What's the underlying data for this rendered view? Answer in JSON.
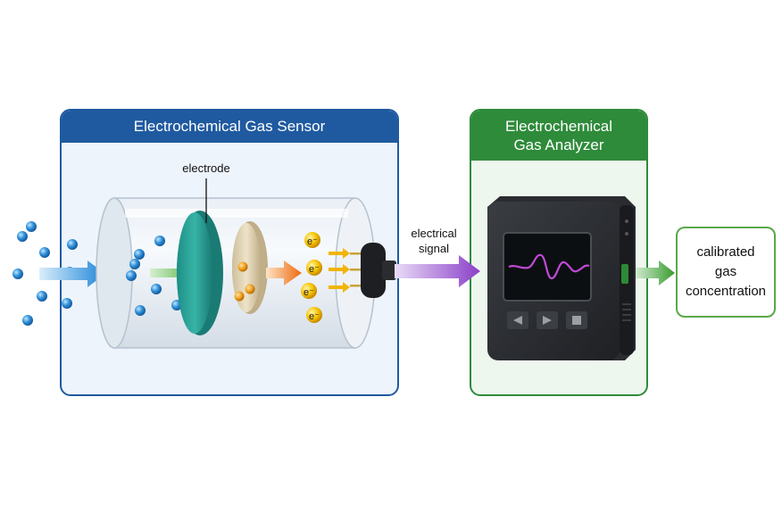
{
  "sensor": {
    "title": "Electrochemical Gas Sensor",
    "electrode_label": "electrode",
    "electron_symbol": "e⁻"
  },
  "signal": {
    "line1": "electrical",
    "line2": "signal"
  },
  "analyzer": {
    "title_line1": "Electrochemical",
    "title_line2": "Gas Analyzer",
    "buttons": [
      "previous-icon",
      "next-icon",
      "stop-icon"
    ]
  },
  "result": {
    "line1": "calibrated",
    "line2": "gas",
    "line3": "concentration"
  },
  "colors": {
    "sensor_blue": "#1f5aa0",
    "analyzer_green": "#2e8b3a",
    "gas_molecule": "#2f8fd8",
    "electron": "#f2a900",
    "signal_purple": "#8a3fc8"
  }
}
